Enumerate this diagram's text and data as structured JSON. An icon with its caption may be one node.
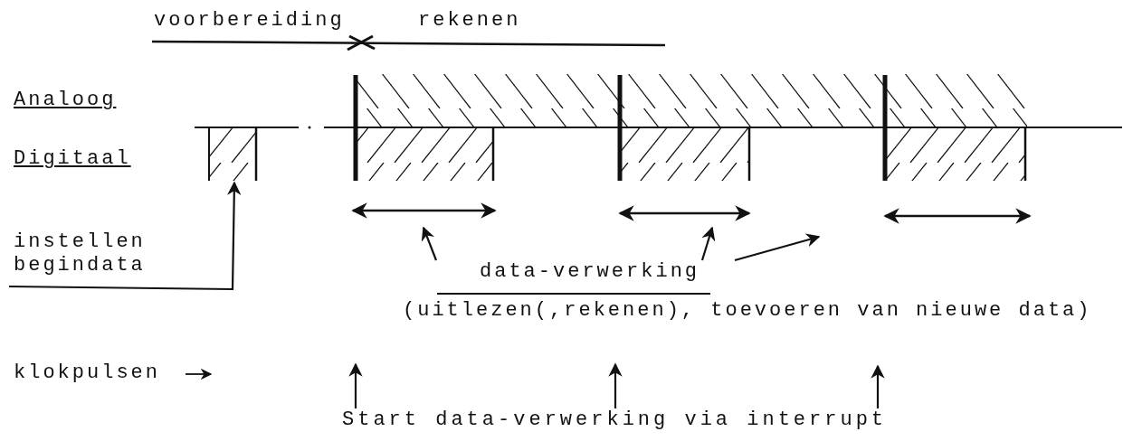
{
  "diagram": {
    "nodes": [
      {
        "text": [
          "instellen begindata"
        ]
      },
      {
        "text": [],
        "shape": "box"
      },
      {
        "text": [
          "data-verwerking",
          "(uitlezen(,rekenen), toevoeren van nieuwe data)"
        ]
      },
      {
        "text": [
          "Start data-verwerking via interrupt"
        ]
      }
    ],
    "edges": [
      {
        "from": 0,
        "to": 1,
        "arrow": "to"
      },
      {
        "from": 2,
        "to": null,
        "arrow": "to"
      },
      {
        "from": 2,
        "to": null,
        "arrow": "to"
      },
      {
        "from": 2,
        "to": null,
        "arrow": "to"
      },
      {
        "from": 3,
        "to": null,
        "arrow": "to"
      },
      {
        "from": 3,
        "to": null,
        "arrow": "to"
      },
      {
        "from": 3,
        "to": null,
        "arrow": "to"
      }
    ],
    "labels": [
      "voorbereiding",
      "rekenen",
      "Analoog",
      "Digitaal",
      "klokpulsen"
    ]
  }
}
